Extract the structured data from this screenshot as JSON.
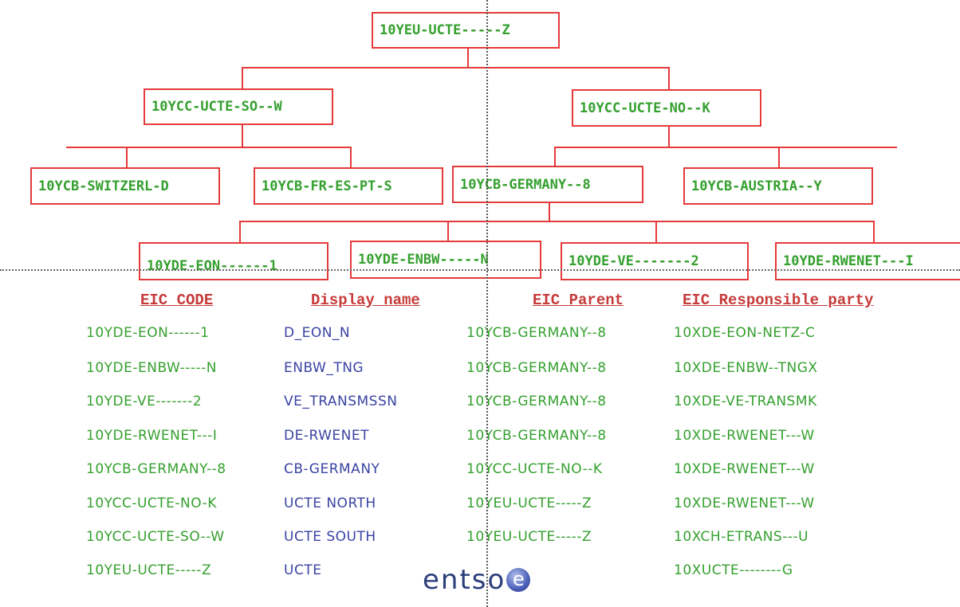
{
  "tree": {
    "root": "10YEU-UCTE-----Z",
    "level1": [
      "10YCC-UCTE-SO--W",
      "10YCC-UCTE-NO--K"
    ],
    "level2": [
      "10YCB-SWITZERL-D",
      "10YCB-FR-ES-PT-S",
      "10YCB-GERMANY--8",
      "10YCB-AUSTRIA--Y"
    ],
    "level3": [
      "10YDE-EON------1",
      "10YDE-ENBW-----N",
      "10YDE-VE-------2",
      "10YDE-RWENET---I"
    ]
  },
  "table": {
    "headers": [
      "EIC CODE",
      "Display name",
      "EIC Parent",
      "EIC Responsible party"
    ],
    "rows": [
      [
        "10YDE-EON------1",
        "D_EON_N",
        "10YCB-GERMANY--8",
        "10XDE-EON-NETZ-C"
      ],
      [
        "10YDE-ENBW-----N",
        "ENBW_TNG",
        "10YCB-GERMANY--8",
        "10XDE-ENBW--TNGX"
      ],
      [
        "10YDE-VE-------2",
        "VE_TRANSMSSN",
        "10YCB-GERMANY--8",
        "10XDE-VE-TRANSMK"
      ],
      [
        "10YDE-RWENET---I",
        "DE-RWENET",
        "10YCB-GERMANY--8",
        "10XDE-RWENET---W"
      ],
      [
        "10YCB-GERMANY--8",
        "CB-GERMANY",
        "10YCC-UCTE-NO--K",
        "10XDE-RWENET---W"
      ],
      [
        "10YCC-UCTE-NO-K",
        "UCTE NORTH",
        "10YEU-UCTE-----Z",
        "10XDE-RWENET---W"
      ],
      [
        "10YCC-UCTE-SO--W",
        "UCTE SOUTH",
        "10YEU-UCTE-----Z",
        "10XCH-ETRANS---U"
      ],
      [
        "10YEU-UCTE-----Z",
        "UCTE",
        "",
        "10XUCTE--------G"
      ]
    ]
  },
  "logo": {
    "text": "entso",
    "mark": "e"
  },
  "colors": {
    "node_border": "#e53a3a",
    "code_text": "#34a02e",
    "name_text": "#3a43a3",
    "header_text": "#c63a3a"
  }
}
